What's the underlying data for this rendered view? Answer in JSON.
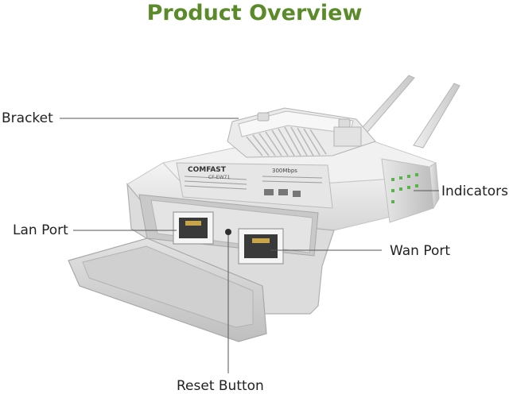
{
  "title": "Product Overview",
  "labels": {
    "bracket": "Bracket",
    "indicators": "Indicators",
    "lan_port": "Lan Port",
    "wan_port": "Wan Port",
    "reset_button": "Reset Button"
  },
  "device": {
    "brand": "COMFAST",
    "speed_text": "300Mbps",
    "model_text": "CF-EW71"
  },
  "colors": {
    "title": "#5b8a2b",
    "leader_line": "#555555",
    "led_green": "#59b24a"
  }
}
